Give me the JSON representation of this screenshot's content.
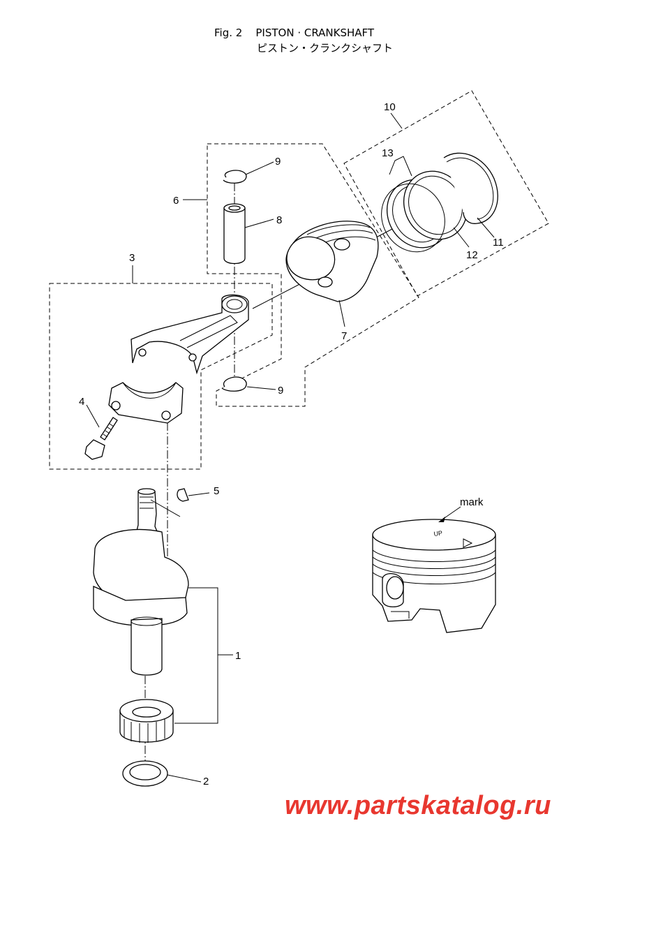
{
  "figure": {
    "title_line1": "Fig. 2    PISTON · CRANKSHAFT",
    "title_line2": "ピストン・クランクシャフト"
  },
  "callouts": {
    "c1": "1",
    "c2": "2",
    "c3": "3",
    "c4": "4",
    "c5": "5",
    "c6": "6",
    "c7": "7",
    "c8": "8",
    "c9a": "9",
    "c9b": "9",
    "c10": "10",
    "c11": "11",
    "c12": "12",
    "c13": "13"
  },
  "inset": {
    "mark_label": "mark",
    "up_text": "UP"
  },
  "watermark": {
    "text": "www.partskatalog.ru",
    "color": "#e8372f"
  },
  "colors": {
    "line": "#000000",
    "background": "#ffffff"
  }
}
